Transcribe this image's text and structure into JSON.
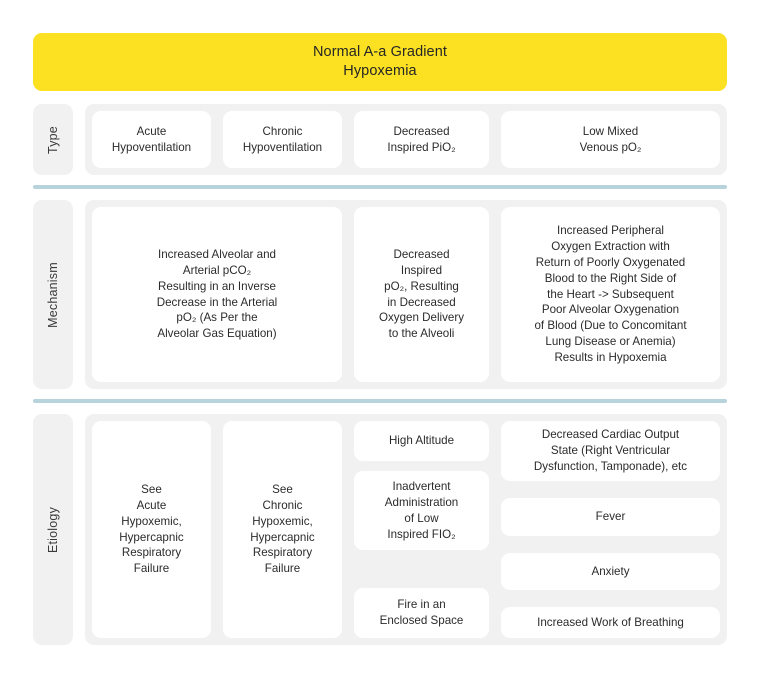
{
  "title": {
    "line1": "Normal A-a Gradient",
    "line2": "Hypoxemia"
  },
  "colors": {
    "banner": "#fbe122",
    "row_background": "#f1f1f1",
    "card": "#ffffff",
    "divider": "#b7d3dc",
    "text": "#2b2b2b"
  },
  "rows": {
    "type": {
      "label": "Type",
      "cards": [
        "Acute\nHypoventilation",
        "Chronic\nHypoventilation",
        "Decreased\nInspired PiO₂",
        "Low Mixed\nVenous pO₂"
      ]
    },
    "mechanism": {
      "label": "Mechanism",
      "cards": [
        "Increased Alveolar and\nArterial pCO₂\nResulting in an Inverse\nDecrease in the Arterial\npO₂ (As Per the\nAlveolar Gas Equation)",
        "Decreased\nInspired\npO₂, Resulting\nin Decreased\nOxygen Delivery\nto the Alveoli",
        "Increased Peripheral\nOxygen Extraction with\nReturn of Poorly Oxygenated\nBlood to the Right Side of\nthe Heart -> Subsequent\nPoor Alveolar Oxygenation\nof Blood (Due to Concomitant\nLung Disease or Anemia)\nResults in Hypoxemia"
      ]
    },
    "etiology": {
      "label": "Etiology",
      "column1": "See\nAcute\nHypoxemic,\nHypercapnic\nRespiratory\nFailure",
      "column2": "See\nChronic\nHypoxemic,\nHypercapnic\nRespiratory\nFailure",
      "column3": [
        "High Altitude",
        "Inadvertent\nAdministration\nof Low\nInspired FIO₂",
        "Fire in an\nEnclosed Space"
      ],
      "column4": [
        "Decreased Cardiac Output\nState (Right Ventricular\nDysfunction, Tamponade), etc",
        "Fever",
        "Anxiety",
        "Increased Work of Breathing"
      ]
    }
  }
}
